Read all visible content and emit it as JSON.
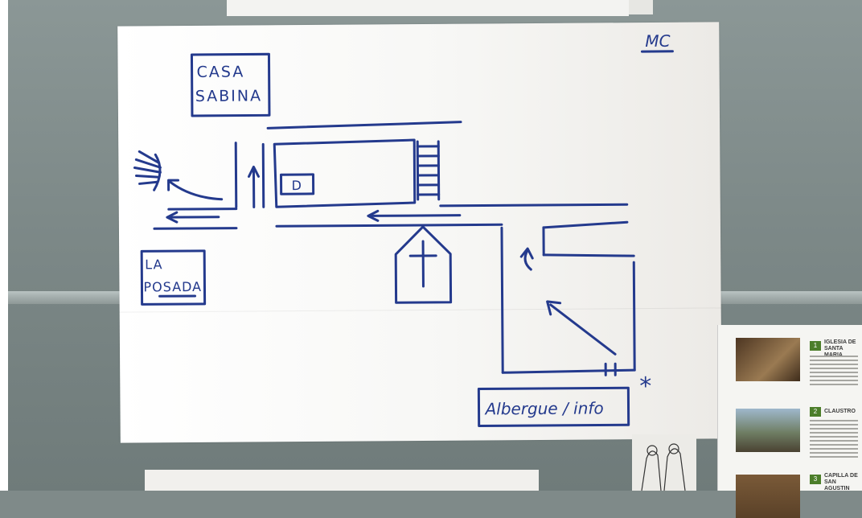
{
  "map": {
    "corner_initials": "MC",
    "casa_label": [
      "CASA",
      "SABINA"
    ],
    "posada_label": [
      "LA",
      "POSADA"
    ],
    "info_label": "Albergue / info",
    "d_marker": "D",
    "star_marker": "*"
  },
  "brochure": {
    "items": [
      {
        "number": "1",
        "title": [
          "IGLESIA DE",
          "SANTA MARIA"
        ]
      },
      {
        "number": "2",
        "title": [
          "CLAUSTRO"
        ]
      },
      {
        "number": "3",
        "title": [
          "CAPILLA DE",
          "SAN AGUSTIN"
        ]
      }
    ]
  },
  "colors": {
    "ink": "#243a8d",
    "wall": "#7f8a89",
    "brochure_accent": "#4c7e2a"
  }
}
